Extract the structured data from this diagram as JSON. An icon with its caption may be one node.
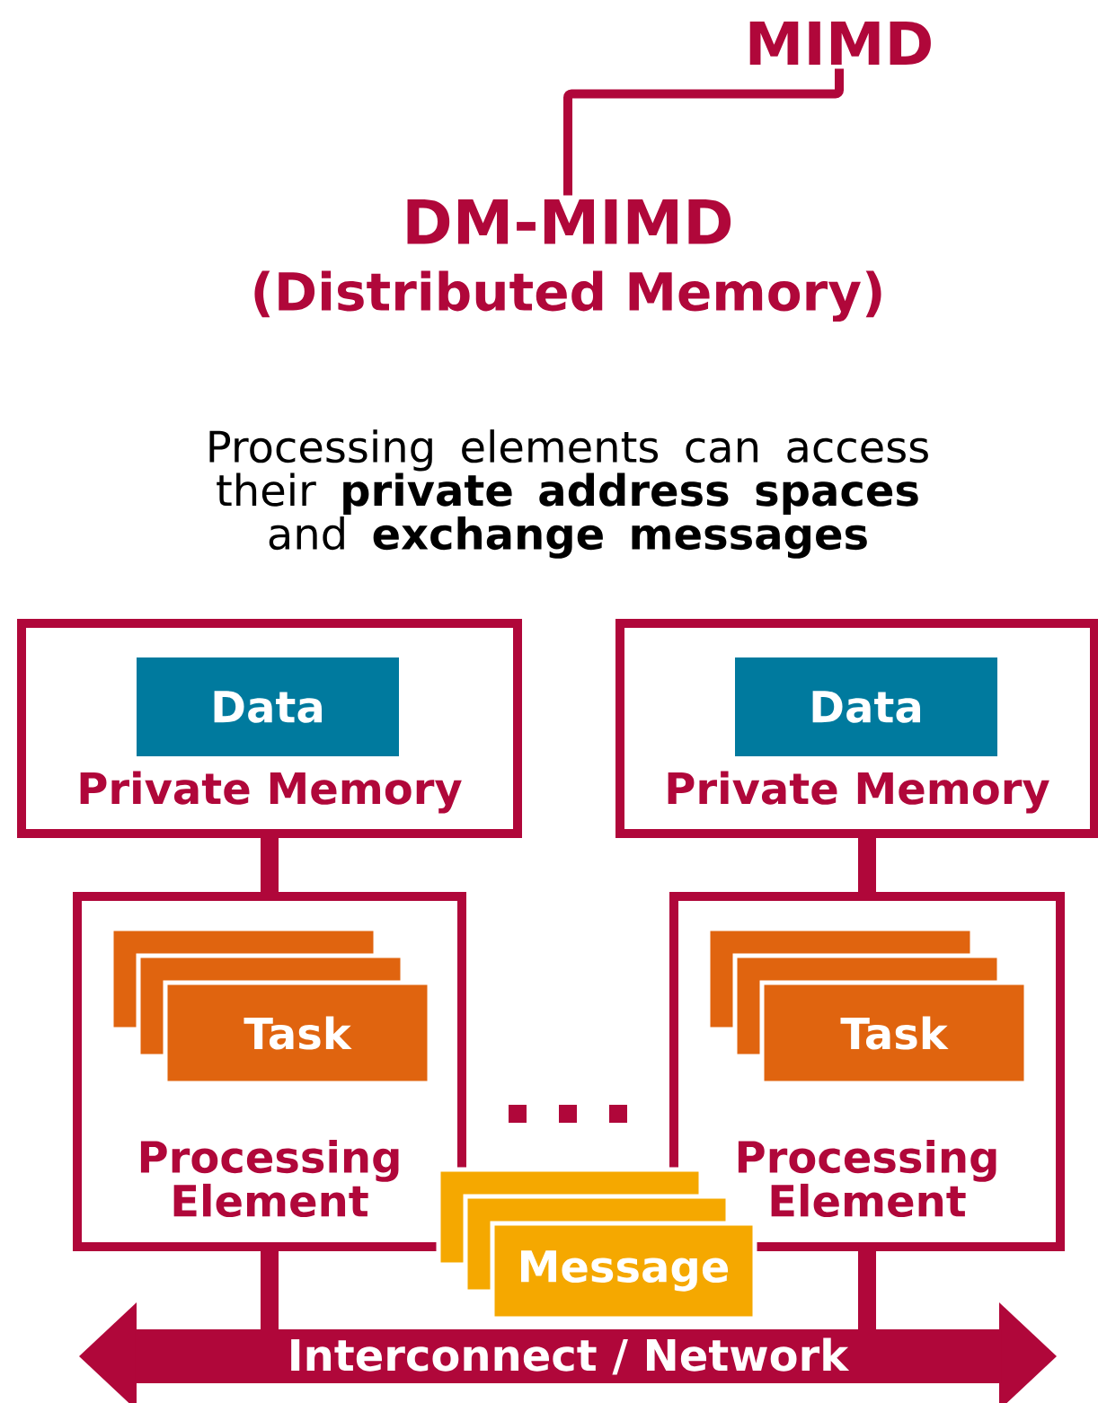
{
  "diagram": {
    "nodes": [
      {
        "text": [
          "MIMD"
        ]
      },
      {
        "text": [
          "DM-MIMD",
          "(Distributed Memory)"
        ]
      },
      {
        "text": [
          "Private Memory"
        ]
      },
      {
        "text": [
          "Data"
        ],
        "in": 2
      },
      {
        "text": [
          "Processing Element"
        ]
      },
      {
        "text": [
          "Task"
        ],
        "in": 4
      },
      {
        "text": [
          "Private Memory"
        ]
      },
      {
        "text": [
          "Data"
        ],
        "in": 6
      },
      {
        "text": [
          "Processing Element"
        ]
      },
      {
        "text": [
          "Task"
        ],
        "in": 8
      },
      {
        "text": [
          "Message"
        ]
      },
      {
        "text": [
          "Interconnect / Network"
        ]
      }
    ],
    "edges": [
      {
        "from": 0,
        "to": 1,
        "arrow": "none"
      },
      {
        "from": 2,
        "to": 4,
        "arrow": "none"
      },
      {
        "from": 4,
        "to": 11,
        "arrow": "none"
      },
      {
        "from": 6,
        "to": 8,
        "arrow": "none"
      },
      {
        "from": 8,
        "to": 11,
        "arrow": "none"
      }
    ],
    "labels": [
      "Processing elements can access their **private address spaces** and **exchange messages**"
    ]
  }
}
